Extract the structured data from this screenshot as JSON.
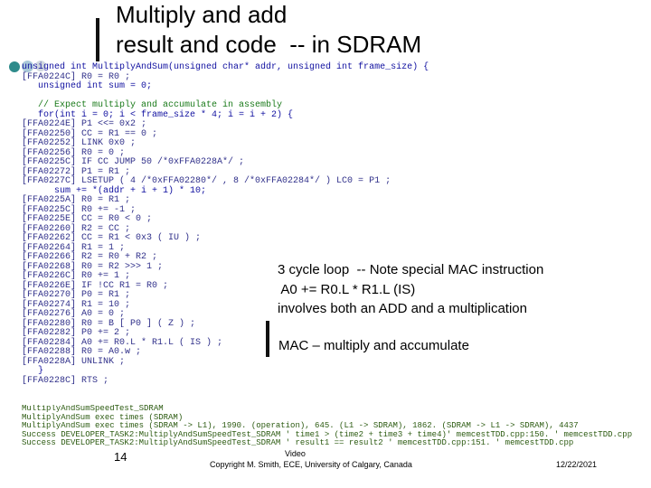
{
  "slide": {
    "title_line1": "Multiply and add",
    "title_line2": "result and code  -- in SDRAM",
    "note_lines": [
      "3 cycle loop  -- Note special MAC instruction",
      " A0 += R0.L * R1.L (IS)",
      "involves both an ADD and a multiplication"
    ],
    "mac_text": "MAC – multiply and accumulate",
    "page_number": "14",
    "footer_video": "Video",
    "footer_copyright": "Copyright M. Smith, ECE, University of Calgary, Canada",
    "date": "12/22/2021"
  },
  "colors": {
    "dot_teal": "#2e8b8b",
    "dot_light": "#a9c8d8",
    "dot_grey": "#d0d8de",
    "bar": "#111111"
  },
  "code_lines": [
    "unsigned int MultiplyAndSum(unsigned char* addr, unsigned int frame_size) {",
    "[FFA0224C] R0 = R0 ;",
    "   unsigned int sum = 0;",
    "",
    "   // Expect multiply and accumulate in assembly",
    "   for(int i = 0; i < frame_size * 4; i = i + 2) {",
    "[FFA0224E] P1 <<= 0x2 ;",
    "[FFA02250] CC = R1 == 0 ;",
    "[FFA02252] LINK 0x0 ;",
    "[FFA02256] R0 = 0 ;",
    "[FFA0225C] IF CC JUMP 50 /*0xFFA0228A*/ ;",
    "[FFA02272] P1 = R1 ;",
    "[FFA0227C] LSETUP ( 4 /*0xFFA02280*/ , 8 /*0xFFA02284*/ ) LC0 = P1 ;",
    "      sum += *(addr + i + 1) * 10;",
    "[FFA0225A] R0 = R1 ;",
    "[FFA0225C] R0 += -1 ;",
    "[FFA0225E] CC = R0 < 0 ;",
    "[FFA02260] R2 = CC ;",
    "[FFA02262] CC = R1 < 0x3 ( IU ) ;",
    "[FFA02264] R1 = 1 ;",
    "[FFA02266] R2 = R0 + R2 ;",
    "[FFA02268] R0 = R2 >>> 1 ;",
    "[FFA0226C] R0 += 1 ;",
    "[FFA0226E] IF !CC R1 = R0 ;",
    "[FFA02270] P0 = R1 ;",
    "[FFA02274] R1 = 10 ;",
    "[FFA02276] A0 = 0 ;",
    "[FFA02280] R0 = B [ P0 ] ( Z ) ;",
    "[FFA02282] P0 += 2 ;",
    "[FFA02284] A0 += R0.L * R1.L ( IS ) ;",
    "[FFA02288] R0 = A0.w ;",
    "[FFA0228A] UNLINK ;",
    "   }",
    "[FFA0228C] RTS ;"
  ],
  "output_lines": [
    "MultiplyAndSumSpeedTest_SDRAM",
    "MultiplyAndSum exec times (SDRAM)",
    "MultiplyAndSum exec times (SDRAM -> L1), 1990. (operation), 645. (L1 -> SDRAM), 1862. (SDRAM -> L1 -> SDRAM), 4437",
    "Success DEVELOPER_TASK2:MultiplyAndSumSpeedTest_SDRAM ' time1 > (time2 + time3 + time4)' memcestTDD.cpp:150. ' memcestTDD.cpp",
    "Success DEVELOPER_TASK2:MultiplyAndSumSpeedTest_SDRAM ' result1 == result2 ' memcestTDD.cpp:151. ' memcestTDD.cpp"
  ]
}
